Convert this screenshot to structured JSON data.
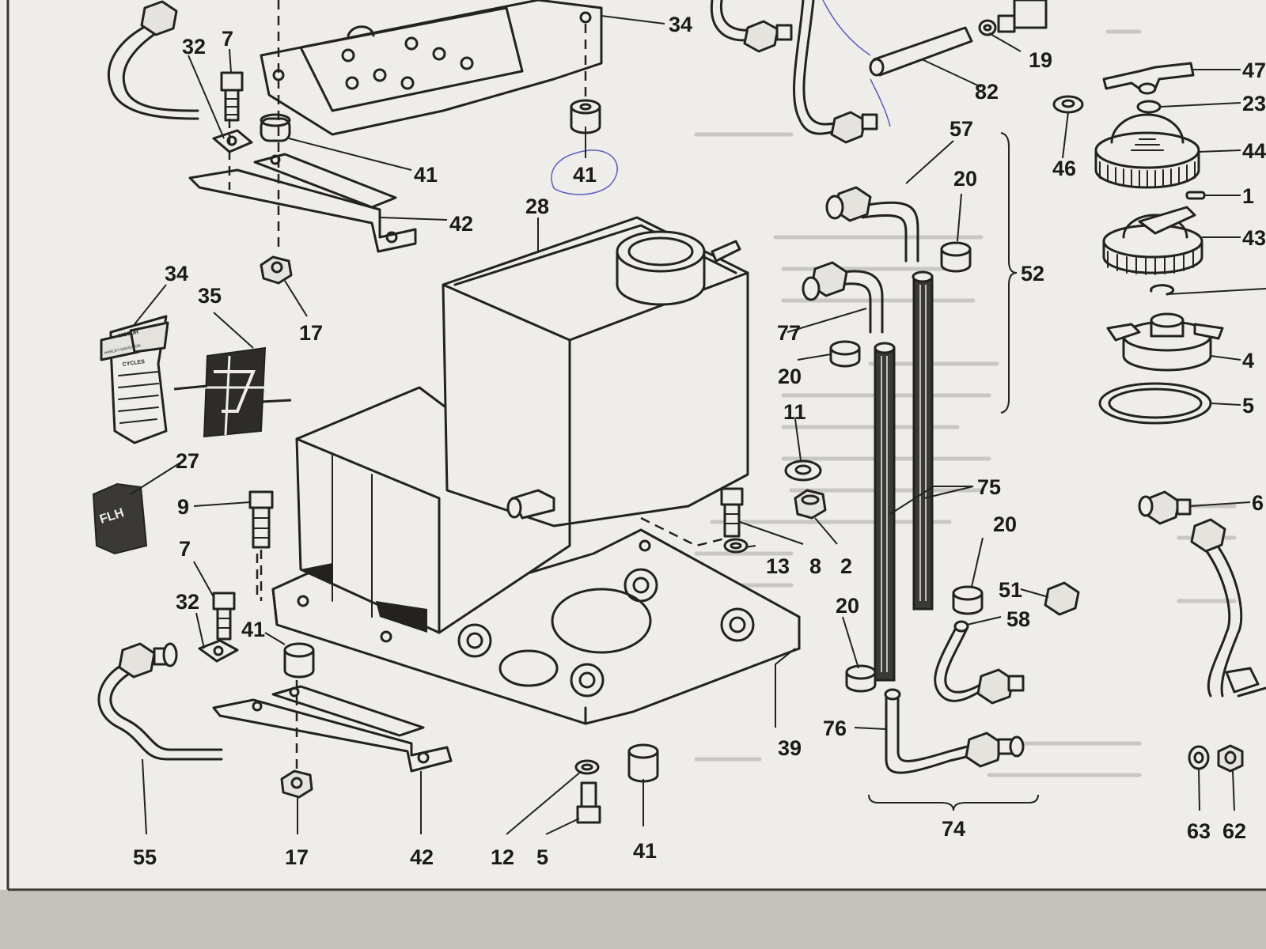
{
  "diagram": {
    "callouts": [
      {
        "id": "34",
        "key": "c34a"
      },
      {
        "id": "32",
        "key": "c32a"
      },
      {
        "id": "7",
        "key": "c7a"
      },
      {
        "id": "41",
        "key": "c41a"
      },
      {
        "id": "41",
        "key": "c41b"
      },
      {
        "id": "42",
        "key": "c42a"
      },
      {
        "id": "17",
        "key": "c17a"
      },
      {
        "id": "34",
        "key": "c34b"
      },
      {
        "id": "35",
        "key": "c35"
      },
      {
        "id": "27",
        "key": "c27"
      },
      {
        "id": "9",
        "key": "c9"
      },
      {
        "id": "7",
        "key": "c7b"
      },
      {
        "id": "32",
        "key": "c32b"
      },
      {
        "id": "41",
        "key": "c41c"
      },
      {
        "id": "55",
        "key": "c55"
      },
      {
        "id": "17",
        "key": "c17b"
      },
      {
        "id": "42",
        "key": "c42b"
      },
      {
        "id": "12",
        "key": "c12"
      },
      {
        "id": "5",
        "key": "c5"
      },
      {
        "id": "41",
        "key": "c41d"
      },
      {
        "id": "28",
        "key": "c28"
      },
      {
        "id": "39",
        "key": "c39"
      },
      {
        "id": "13",
        "key": "c13"
      },
      {
        "id": "8",
        "key": "c8"
      },
      {
        "id": "2",
        "key": "c2"
      },
      {
        "id": "11",
        "key": "c11"
      },
      {
        "id": "20",
        "key": "c20a"
      },
      {
        "id": "20",
        "key": "c20b"
      },
      {
        "id": "20",
        "key": "c20c"
      },
      {
        "id": "20",
        "key": "c20d"
      },
      {
        "id": "77",
        "key": "c77"
      },
      {
        "id": "57",
        "key": "c57"
      },
      {
        "id": "52",
        "key": "c52"
      },
      {
        "id": "75",
        "key": "c75"
      },
      {
        "id": "51",
        "key": "c51"
      },
      {
        "id": "58",
        "key": "c58"
      },
      {
        "id": "76",
        "key": "c76"
      },
      {
        "id": "74",
        "key": "c74"
      },
      {
        "id": "82",
        "key": "c82"
      },
      {
        "id": "19",
        "key": "c19"
      },
      {
        "id": "46",
        "key": "c46"
      },
      {
        "id": "47",
        "key": "c47"
      },
      {
        "id": "23",
        "key": "c23"
      },
      {
        "id": "44",
        "key": "c44"
      },
      {
        "id": "1",
        "key": "c1"
      },
      {
        "id": "43",
        "key": "c43"
      },
      {
        "id": "4",
        "key": "c4"
      },
      {
        "id": "5",
        "key": "c5b"
      },
      {
        "id": "6",
        "key": "c6"
      },
      {
        "id": "63",
        "key": "c63"
      },
      {
        "id": "62",
        "key": "c62"
      }
    ],
    "emblems": {
      "tank_badge_text_top": "MOTOR",
      "tank_badge_text_mid": "HARLEY-DAVIDSON",
      "tank_badge_text_bottom": "CYCLES",
      "decal_27_text": "FLH"
    }
  },
  "colors": {
    "paper": "#eeede9",
    "ink": "#232220",
    "background": "#c9c7c0"
  }
}
